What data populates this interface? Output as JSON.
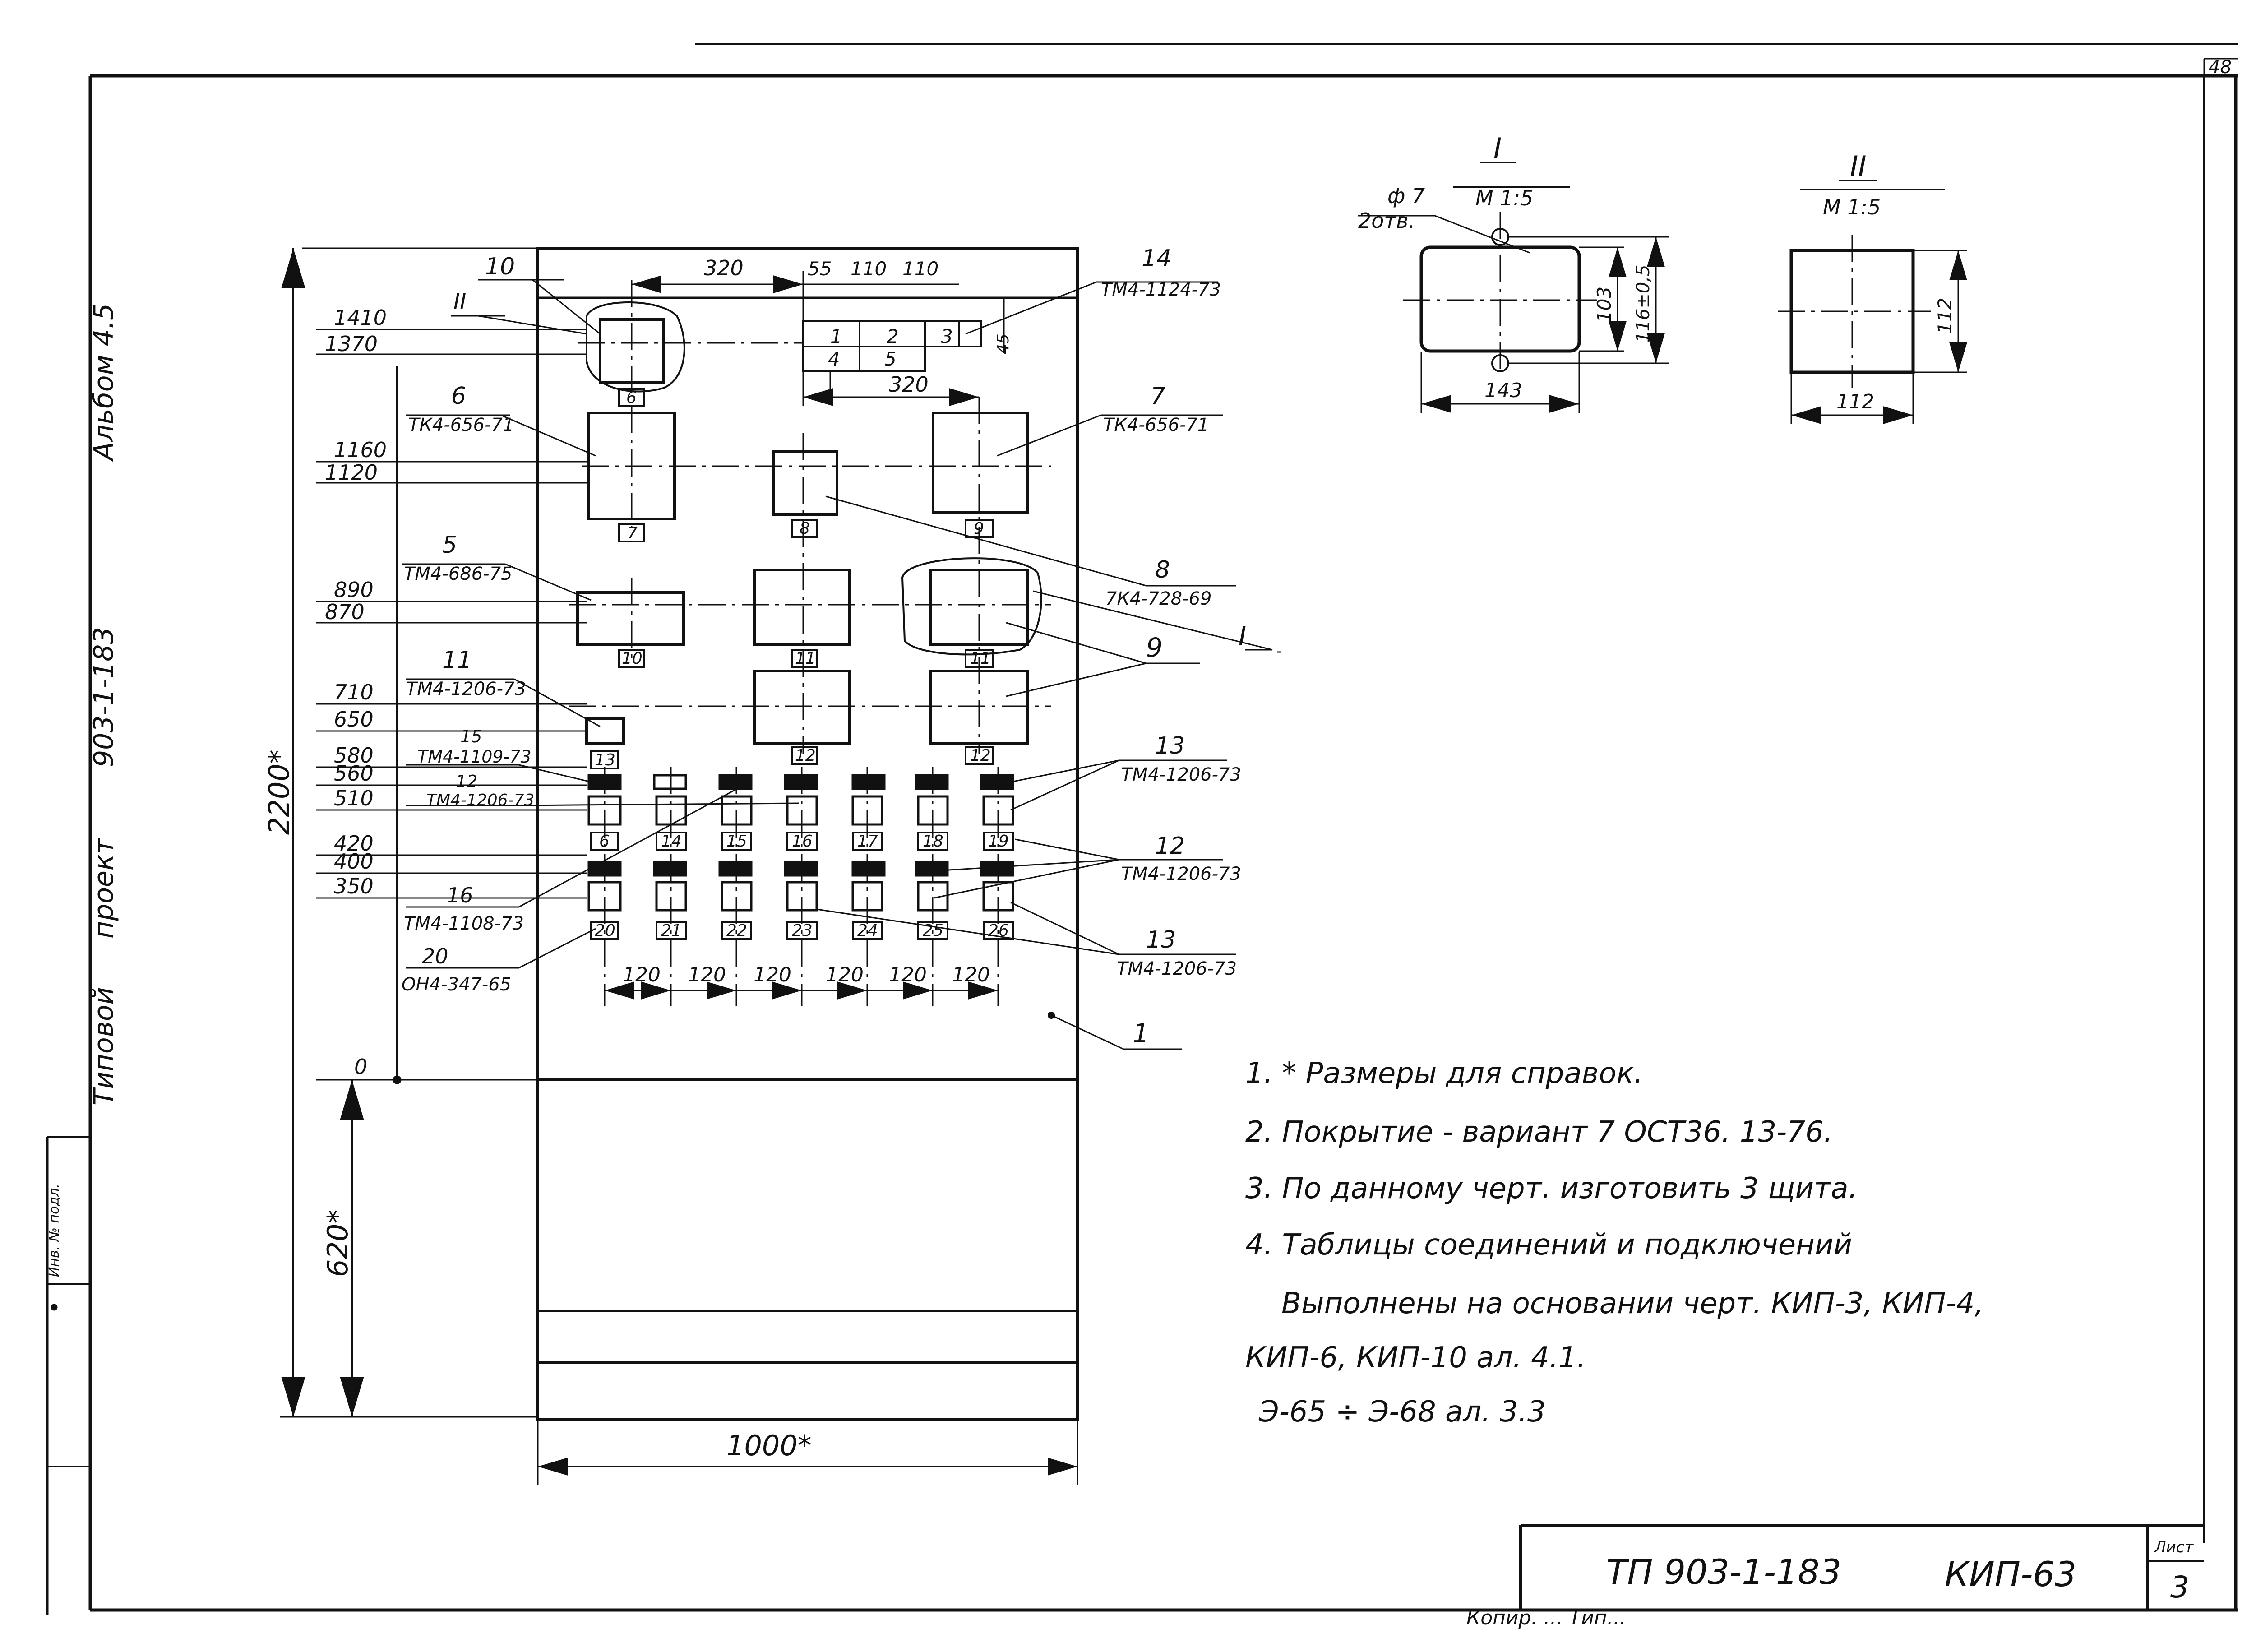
{
  "sheet_number_top": "48",
  "side_title": {
    "album": "Альбом 4.5",
    "project_number": "903-1-183",
    "project_word": "проект",
    "type_word": "Типовой"
  },
  "side_stamp": {
    "rotated_text": "Инв. № подл."
  },
  "view_I": {
    "title": "I",
    "scale": "М 1:5",
    "hole": "ф 7",
    "holes_count": "2отв.",
    "width": "143",
    "height": "103",
    "height_tol": "116±0,5"
  },
  "view_II": {
    "title": "II",
    "scale": "М 1:5",
    "width": "112",
    "height": "112"
  },
  "elevations": [
    "1410",
    "1370",
    "1160",
    "1120",
    "890",
    "870",
    "710",
    "650",
    "580",
    "560",
    "510",
    "420",
    "400",
    "350",
    "0"
  ],
  "overall": {
    "height": "2200*",
    "lower": "620*",
    "width": "1000*"
  },
  "top_dims": [
    "320",
    "55",
    "110",
    "110",
    "320",
    "45"
  ],
  "top_strip_digits": [
    "1",
    "2",
    "3",
    "4",
    "5"
  ],
  "bottom_dims": [
    "120",
    "120",
    "120",
    "120",
    "120",
    "120"
  ],
  "tags": [
    "6",
    "7",
    "8",
    "9",
    "10",
    "11",
    "11",
    "12",
    "12",
    "13",
    "6",
    "14",
    "15",
    "16",
    "17",
    "18",
    "19",
    "20",
    "21",
    "22",
    "23",
    "24",
    "25",
    "26"
  ],
  "callouts": {
    "c10": {
      "num": "10",
      "sub": "II"
    },
    "c14": {
      "num": "14",
      "code": "ТМ4-1124-73"
    },
    "c6": {
      "num": "6",
      "code": "ТК4-656-71"
    },
    "c7": {
      "num": "7",
      "code": "ТК4-656-71"
    },
    "c5": {
      "num": "5",
      "code": "ТМ4-686-75"
    },
    "c8": {
      "num": "8",
      "code": "7К4-728-69"
    },
    "cI": {
      "num": "I"
    },
    "c9": {
      "num": "9"
    },
    "c11": {
      "num": "11",
      "code": "ТМ4-1206-73"
    },
    "c15": {
      "num": "15",
      "code": "ТМ4-1109-73"
    },
    "c12l": {
      "num": "12",
      "code": "ТМ4-1206-73"
    },
    "c13a": {
      "num": "13",
      "code": "ТМ4-1206-73"
    },
    "c12r": {
      "num": "12",
      "code": "ТМ4-1206-73"
    },
    "c16": {
      "num": "16",
      "code": "ТМ4-1108-73"
    },
    "c13b": {
      "num": "13",
      "code": "ТМ4-1206-73"
    },
    "c20": {
      "num": "20",
      "code": "ОН4-347-65"
    },
    "c1": {
      "num": "1"
    }
  },
  "notes": [
    "1.  * Размеры для справок.",
    "2.  Покрытие - вариант 7    ОСТ36. 13-76.",
    "3.  По данному  черт. изготовить  3  щита.",
    "4.  Таблицы  соединений  и  подключений",
    "Выполнены  на  основании  черт. КИП-3, КИП-4,",
    "КИП-6,  КИП-10 ал. 4.1.",
    "Э-65 ÷ Э-68 ал. 3.3"
  ],
  "title_block": {
    "project": "ТП 903-1-183",
    "sheet_code": "КИП-63",
    "list_label": "Лист",
    "list_number": "3",
    "bottom_cut": "Копир. ... Тип..."
  }
}
